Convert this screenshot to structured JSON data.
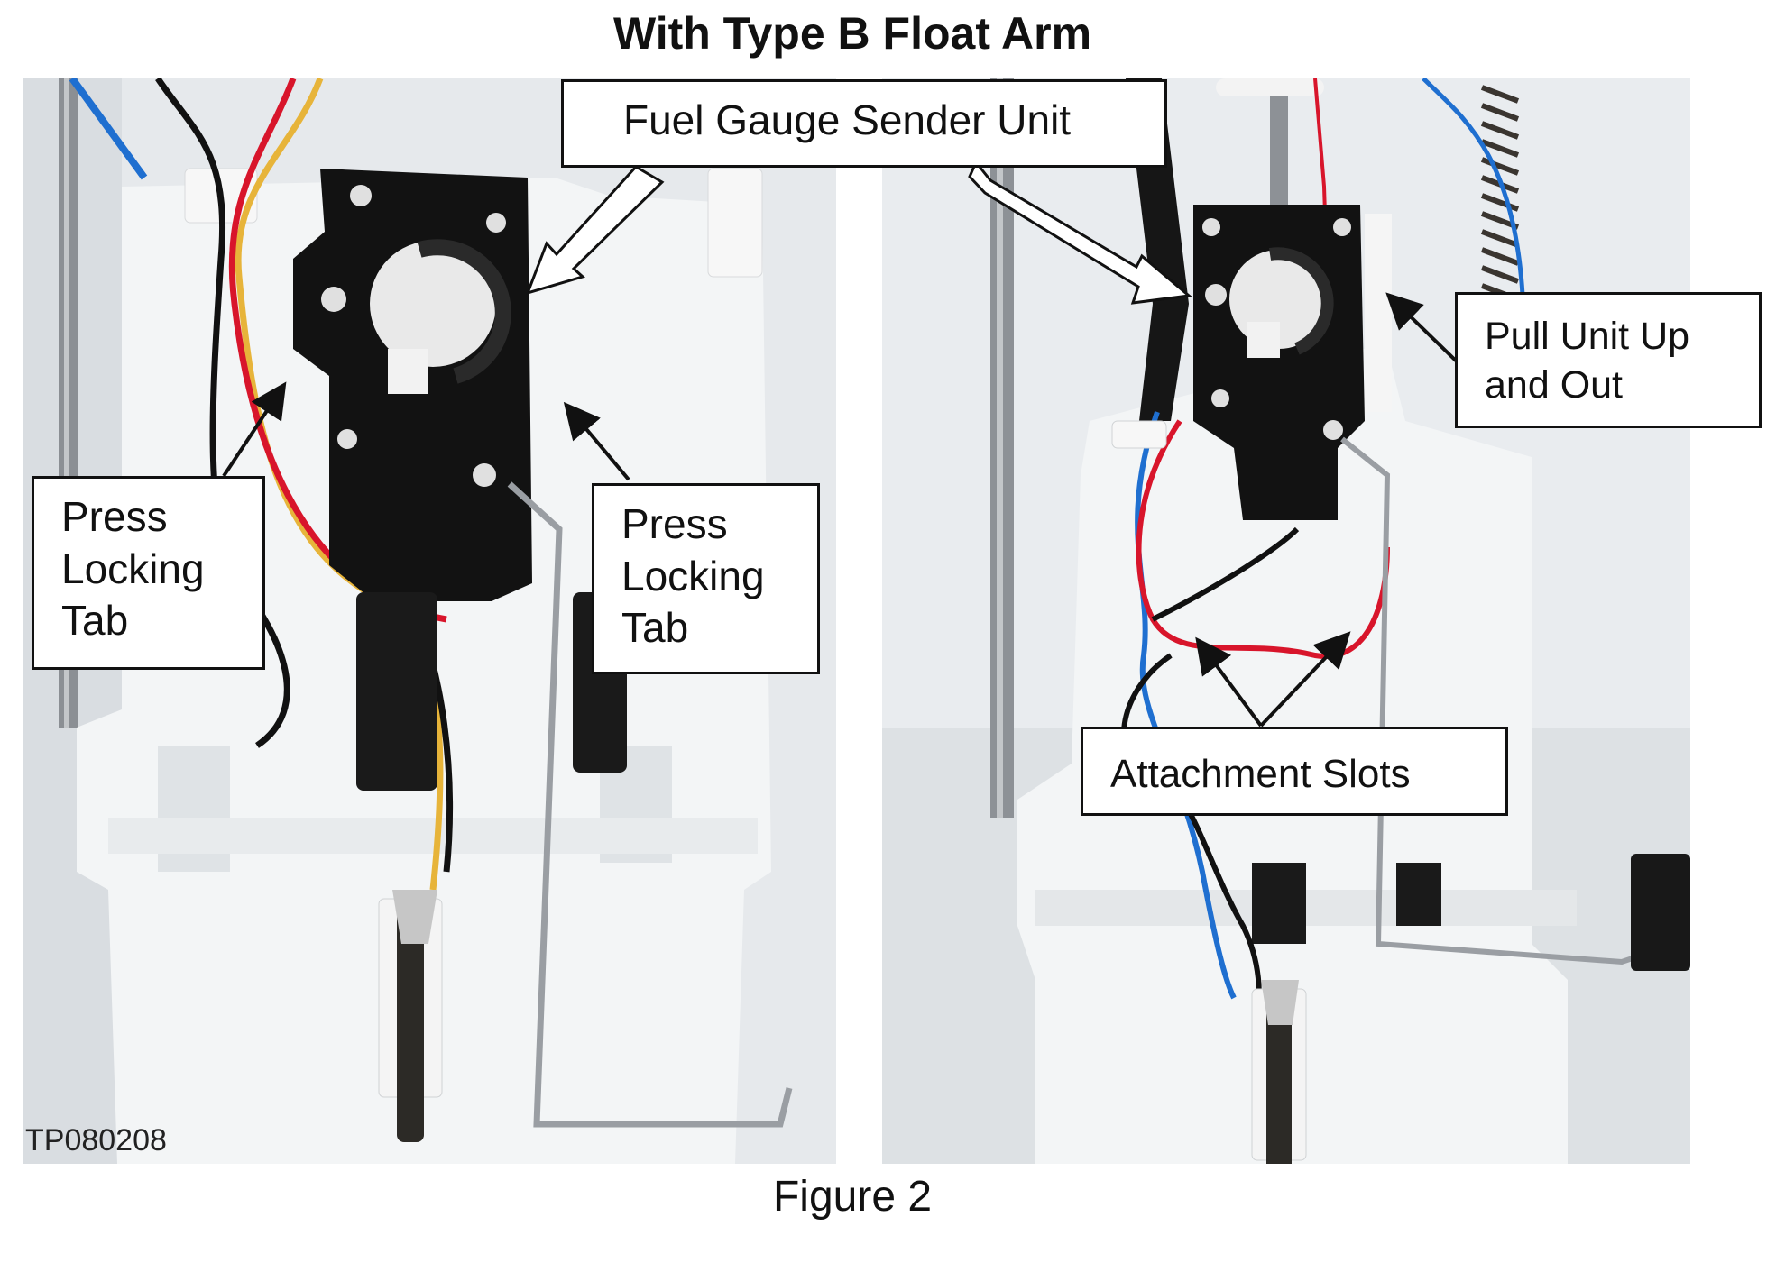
{
  "title": "With Type B Float Arm",
  "callouts": {
    "sender_unit": "Fuel Gauge Sender Unit",
    "left_tab": "Press Locking Tab",
    "middle_tab": "Press Locking Tab",
    "pull_unit": "Pull Unit Up and Out",
    "attachment_slots": "Attachment Slots"
  },
  "photo_id": "TP080208",
  "caption": "Figure 2",
  "colors": {
    "background": "#ffffff",
    "callout_border": "#111111",
    "plastic": "#f2f4f5",
    "sender_body": "#121212",
    "wire_red": "#d8152b",
    "wire_yellow": "#e7b43a",
    "wire_blue": "#1f6fd0",
    "wire_black": "#111111"
  }
}
